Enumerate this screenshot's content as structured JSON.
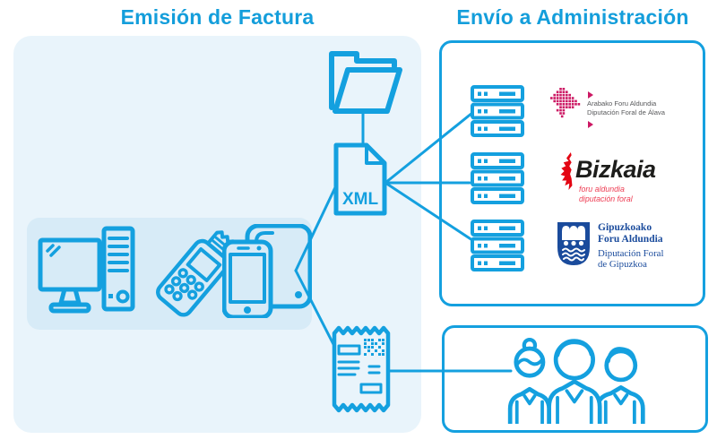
{
  "titles": {
    "left": "Emisión de Factura",
    "right": "Envío a Administración"
  },
  "xml": {
    "label": "XML"
  },
  "admins": {
    "araba": {
      "line1": "Arabako Foru Aldundia",
      "line2": "Diputación Foral de Álava",
      "logo_color": "#CC1964",
      "text_color": "#58595B"
    },
    "bizkaia": {
      "name": "Bizkaia",
      "sub1": "foru aldundia",
      "sub2": "diputación foral",
      "leaf_color": "#E30613",
      "name_color": "#1D1D1B",
      "sub_color": "#EE4056"
    },
    "gipuzkoa": {
      "eu1": "Gipuzkoako",
      "eu2": "Foru Aldundia",
      "es1": "Diputación Foral",
      "es2": "de Gipuzkoa",
      "shield_color": "#1A4B9C",
      "text_color": "#1A4B9C"
    }
  },
  "colors": {
    "accent_blue": "#14A0DF",
    "title_blue": "#149EDB",
    "panel_light": "#E9F4FB",
    "panel_inner": "#D7EBF7"
  },
  "icons": {
    "devices": [
      "desktop-computer-icon",
      "pos-terminal-icon",
      "smartphone-tablet-icon"
    ],
    "folder": "folder-icon",
    "xml_document": "xml-document-icon",
    "server": "server-stack-icon",
    "receipt": "receipt-qr-icon",
    "people": "customers-icon"
  }
}
